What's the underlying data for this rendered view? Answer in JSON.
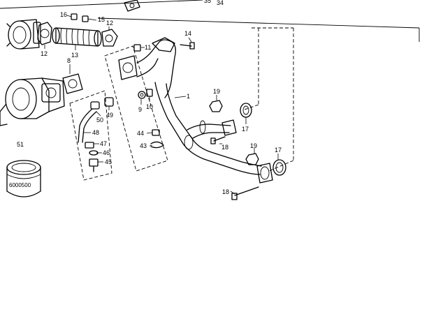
{
  "diagram": {
    "labels": {
      "l1": "1",
      "l8": "8",
      "l9": "9",
      "l10": "10",
      "l11": "11",
      "l12a": "12",
      "l12b": "12",
      "l13": "13",
      "l14": "14",
      "l15": "15",
      "l16": "16",
      "l17a": "17",
      "l17b": "17",
      "l18a": "18",
      "l18b": "18",
      "l19a": "19",
      "l19b": "19",
      "l34": "34",
      "l35": "35",
      "l43": "43",
      "l44": "44",
      "l45": "45",
      "l46": "46",
      "l47": "47",
      "l48": "48",
      "l49": "49",
      "l50": "50",
      "l51": "51"
    },
    "part_code": "6000500"
  }
}
